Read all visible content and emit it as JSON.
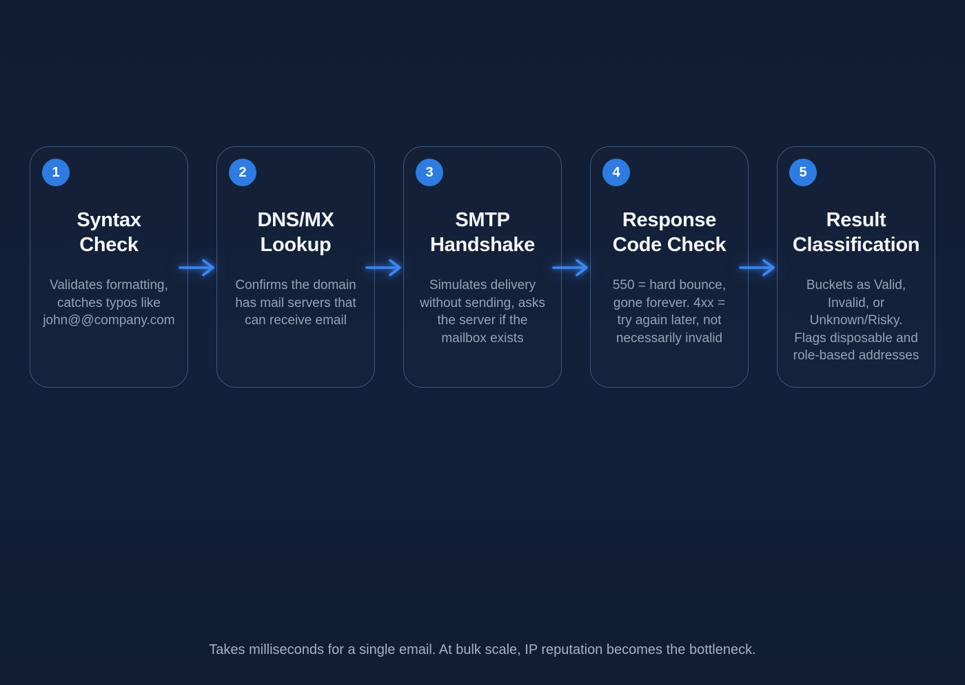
{
  "diagram": {
    "topic": "email-verification-pipeline"
  },
  "colors": {
    "background": "#12203a",
    "card_border": "#415778",
    "badge_blue": "#2e7ce2",
    "arrow_blue": "#3b86f0",
    "title_text": "#f4f6f9",
    "description_text": "#96a1b4",
    "footer_text": "#a5b0c2"
  },
  "steps": [
    {
      "number": "1",
      "title": "Syntax\nCheck",
      "description": "Validates formatting,\ncatches typos like\njohn@@company.com"
    },
    {
      "number": "2",
      "title": "DNS/MX\nLookup",
      "description": "Confirms the domain\nhas mail servers that\ncan receive email"
    },
    {
      "number": "3",
      "title": "SMTP\nHandshake",
      "description": "Simulates delivery\nwithout sending, asks\nthe server if the\nmailbox exists"
    },
    {
      "number": "4",
      "title": "Response\nCode Check",
      "description": "550 = hard bounce,\ngone forever. 4xx =\ntry again later, not\nnecessarily invalid"
    },
    {
      "number": "5",
      "title": "Result\nClassification",
      "description": "Buckets as Valid,\nInvalid, or\nUnknown/Risky.\nFlags disposable and\nrole-based addresses"
    }
  ],
  "footer": {
    "note": "Takes milliseconds for a single email. At bulk scale, IP reputation becomes the bottleneck."
  }
}
